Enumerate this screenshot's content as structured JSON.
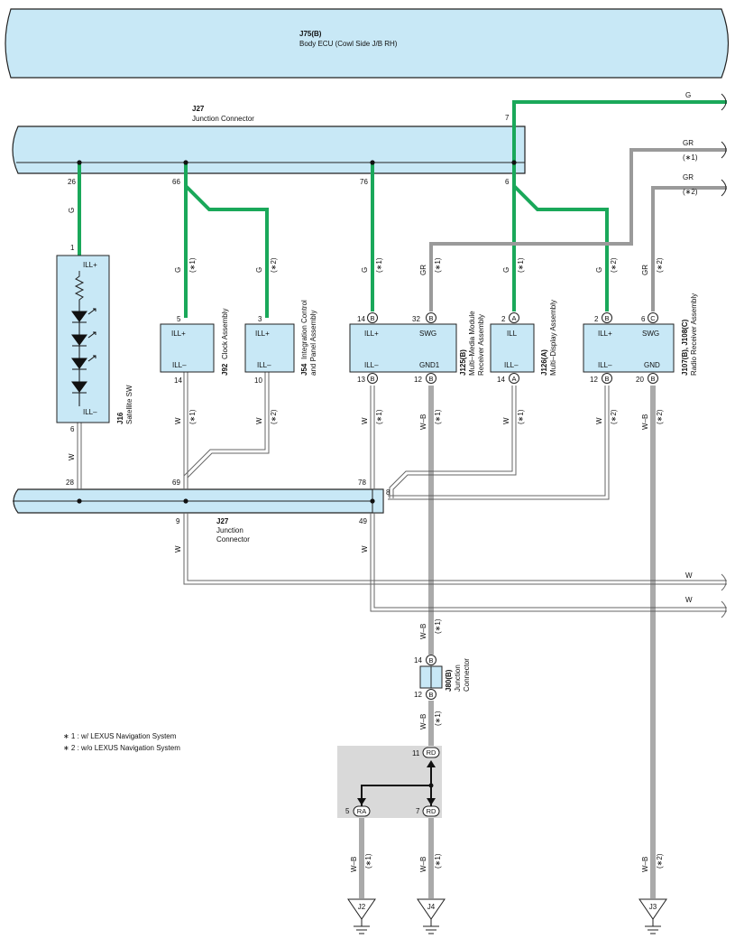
{
  "ecu": {
    "ref": "J75(B)",
    "name": "Body ECU (Cowl Side J/B RH)"
  },
  "jc_top": {
    "ref": "J27",
    "name": "Junction Connector"
  },
  "jc_bottom": {
    "ref": "J27",
    "name": "Junction",
    "name2": "Connector"
  },
  "pins": {
    "top7": "7",
    "top26": "26",
    "top66": "66",
    "top76": "76",
    "top6": "6",
    "b28": "28",
    "b69": "69",
    "b78": "78",
    "b8": "8",
    "b9": "9",
    "b49": "49",
    "sat1": "1",
    "sat6": "6",
    "clk5": "5",
    "clk14": "14",
    "icp3": "3",
    "icp10": "10",
    "mm14": "14",
    "mm32": "32",
    "mm13": "13",
    "mm12": "12",
    "md2": "2",
    "md14": "14",
    "rr2": "2",
    "rr6": "6",
    "rr12": "12",
    "rr20": "20",
    "j80_14": "14",
    "j80_12": "12",
    "e11": "11",
    "e5": "5",
    "e7": "7"
  },
  "letters": {
    "B": "B",
    "A": "A",
    "C": "C",
    "RD": "RD",
    "RA": "RA"
  },
  "wires": {
    "G": "G",
    "GR": "GR",
    "W": "W",
    "WB": "W–B"
  },
  "notes": {
    "n1": "(∗1)",
    "n2": "(∗2)"
  },
  "terms": {
    "ill_p": "ILL+",
    "ill_m": "ILL–",
    "ill": "ILL",
    "swg": "SWG",
    "gnd1": "GND1",
    "gnd": "GND"
  },
  "components": {
    "sat": {
      "ref": "J16",
      "name": "Satellite SW"
    },
    "clk": {
      "ref": "J92",
      "name": "Clock Assembly"
    },
    "icp": {
      "ref": "J54",
      "name": "Integration Control",
      "name2": "and Panel Assembly"
    },
    "mm": {
      "ref": "J125(B)",
      "name": "Multi–Media Module",
      "name2": "Receiver Assembly"
    },
    "md": {
      "ref": "J126(A)",
      "name": "Multi–Display Assembly"
    },
    "rr": {
      "ref": "J107(B), J108(C)",
      "name": "Radio Receiver Assembly"
    },
    "j80": {
      "ref": "J80(B)",
      "name": "Junction",
      "name2": "Connector"
    }
  },
  "legend": {
    "l1": "∗ 1 : w/ LEXUS Navigation System",
    "l2": "∗ 2 : w/o LEXUS Navigation System"
  },
  "grounds": {
    "g1": "J2",
    "g2": "J4",
    "g3": "J3"
  },
  "colors": {
    "green": "#1aa85a",
    "gray": "#9a9a9a",
    "box": "#c8e8f6",
    "shade": "#d9d9d9"
  }
}
